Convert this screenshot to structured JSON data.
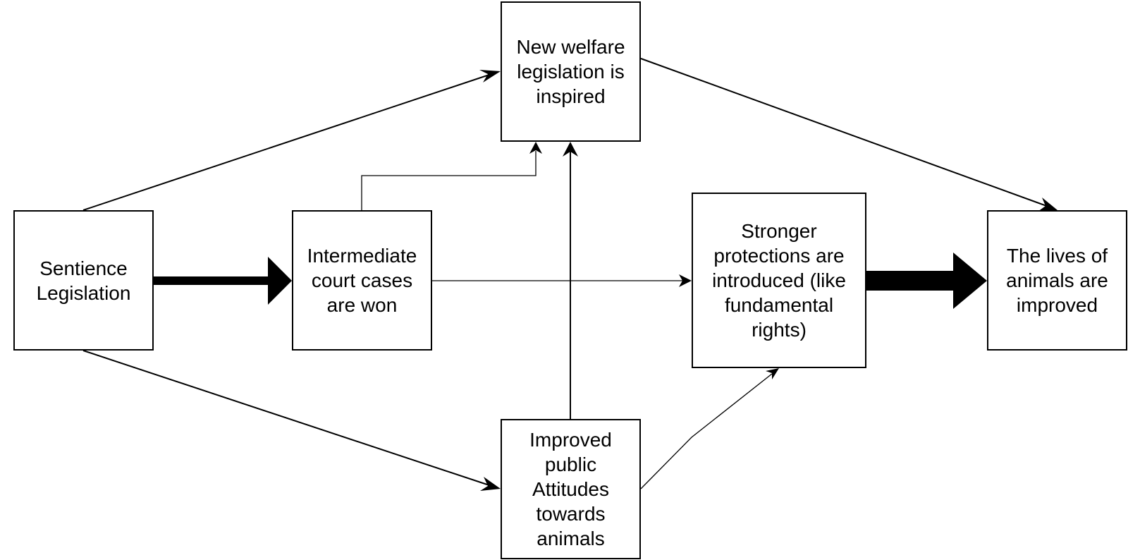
{
  "diagram": {
    "nodes": {
      "sentience": "Sentience\nLegislation",
      "court": "Intermediate\ncourt cases\nare won",
      "welfare": "New welfare\nlegislation is\ninspired",
      "attitudes": "Improved\npublic\nAttitudes\ntowards\nanimals",
      "protections": "Stronger\nprotections are\nintroduced (like\nfundamental\nrights)",
      "lives": "The lives of\nanimals are\nimproved"
    },
    "edges": [
      {
        "from": "sentience",
        "to": "court",
        "weight": "thick"
      },
      {
        "from": "sentience",
        "to": "welfare",
        "weight": "normal"
      },
      {
        "from": "sentience",
        "to": "attitudes",
        "weight": "normal"
      },
      {
        "from": "court",
        "to": "welfare",
        "weight": "thin"
      },
      {
        "from": "court",
        "to": "protections",
        "weight": "thin"
      },
      {
        "from": "attitudes",
        "to": "welfare",
        "weight": "normal"
      },
      {
        "from": "attitudes",
        "to": "protections",
        "weight": "thin"
      },
      {
        "from": "welfare",
        "to": "lives",
        "weight": "normal"
      },
      {
        "from": "protections",
        "to": "lives",
        "weight": "thick"
      }
    ],
    "colors": {
      "stroke": "#000000",
      "fill": "#ffffff"
    }
  }
}
